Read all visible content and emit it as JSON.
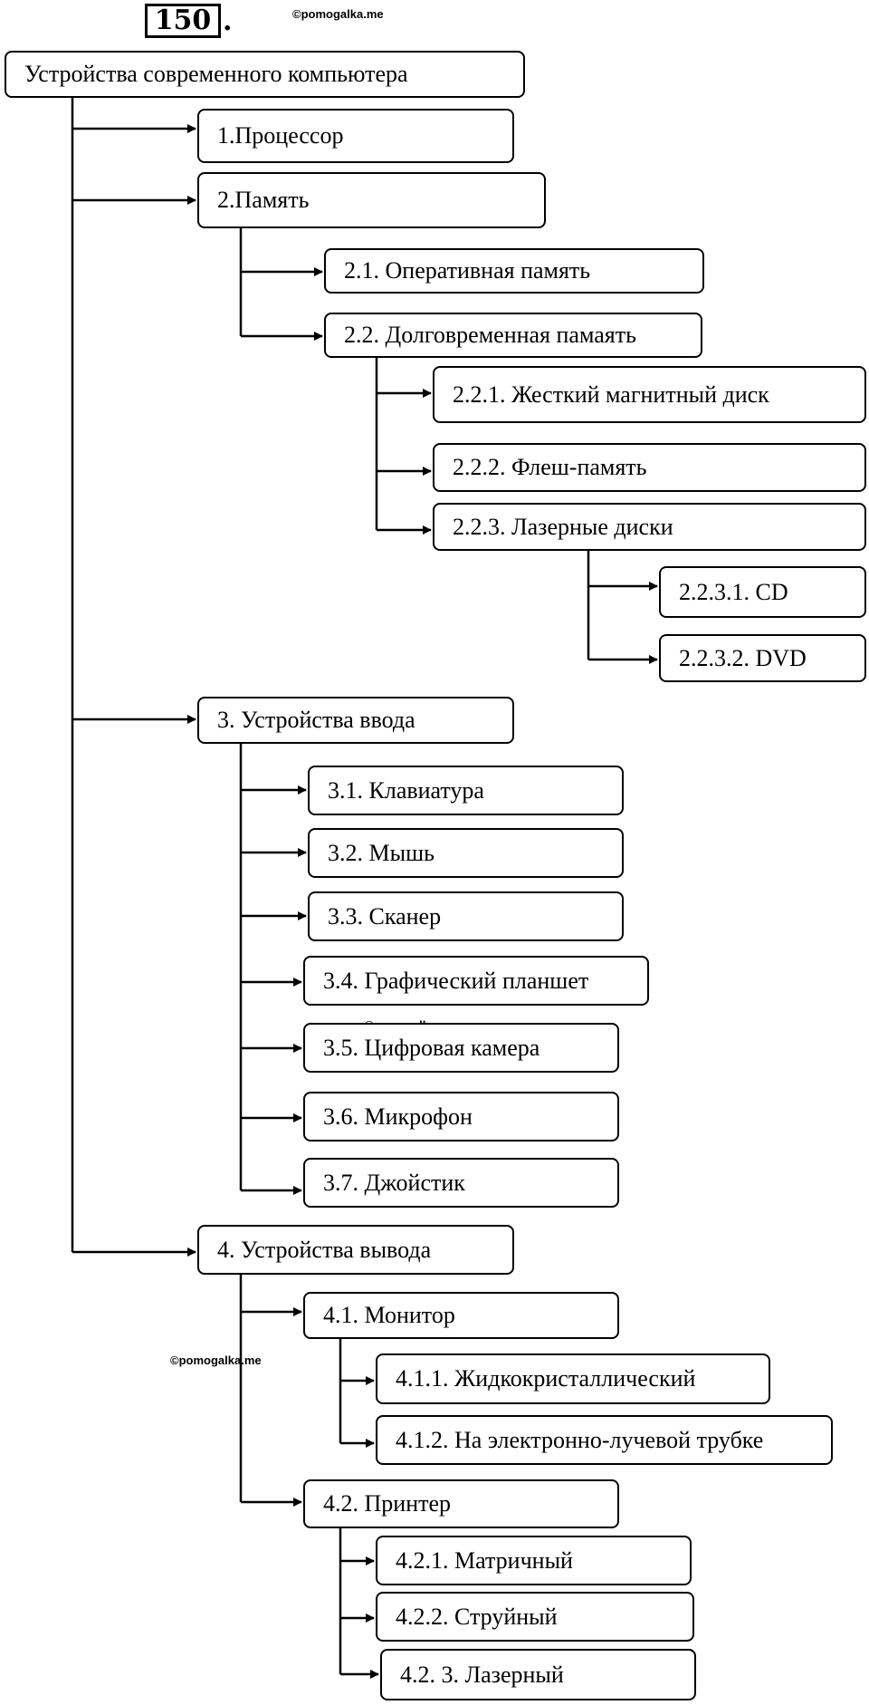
{
  "header": {
    "number": "150",
    "dot": "."
  },
  "watermarks": [
    "©pomogalka.me",
    "©pomogalka.me",
    "©pomogalka.me"
  ],
  "tree": {
    "root": "Устройства современного компьютера",
    "n1": "1.Процессор",
    "n2": "2.Память",
    "n2_1": "2.1. Оперативная память",
    "n2_2": "2.2. Долговременная памаять",
    "n2_2_1": "2.2.1. Жесткий магнитный диск",
    "n2_2_2": "2.2.2. Флеш-память",
    "n2_2_3": "2.2.3. Лазерные диски",
    "n2_2_3_1": "2.2.3.1. CD",
    "n2_2_3_2": "2.2.3.2. DVD",
    "n3": "3. Устройства ввода",
    "n3_1": "3.1. Клавиатура",
    "n3_2": "3.2. Мышь",
    "n3_3": "3.3. Сканер",
    "n3_4": "3.4. Графический планшет",
    "n3_5": "3.5. Цифровая камера",
    "n3_6": "3.6. Микрофон",
    "n3_7": "3.7. Джойстик",
    "n4": "4. Устройства вывода",
    "n4_1": "4.1.  Монитор",
    "n4_1_1": "4.1.1.  Жидкокристаллический",
    "n4_1_2": "4.1.2.  На электронно-лучевой трубке",
    "n4_2": "4.2.  Принтер",
    "n4_2_1": "4.2.1.  Матричный",
    "n4_2_2": "4.2.2.  Струйный",
    "n4_2_3": "4.2. 3. Лазерный"
  }
}
